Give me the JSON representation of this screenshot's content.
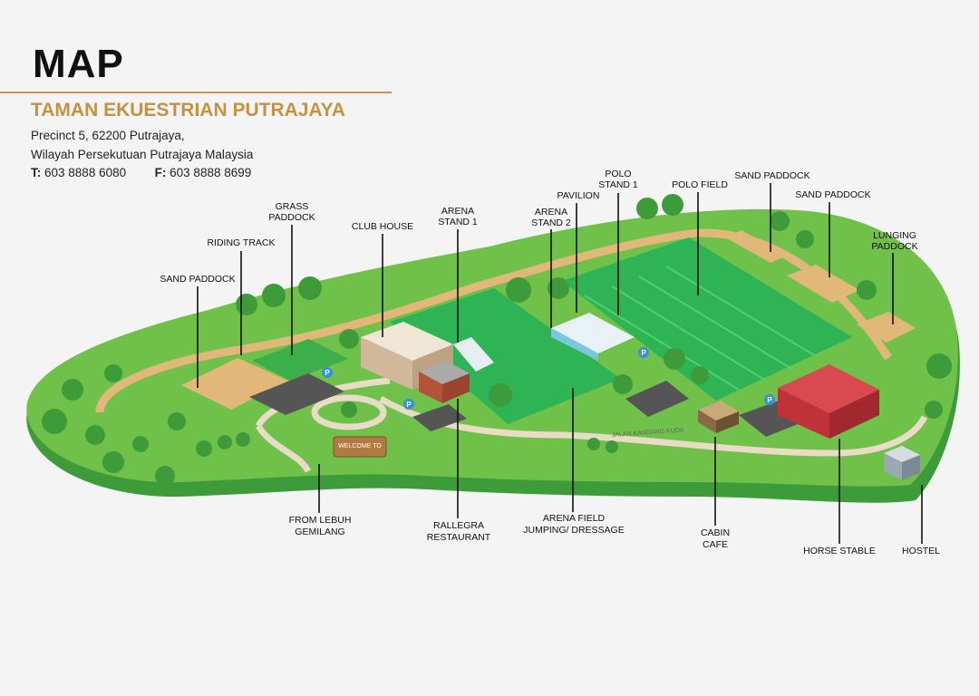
{
  "header": {
    "title": "MAP",
    "org_name": "TAMAN EKUESTRIAN PUTRAJAYA",
    "address_line1": "Precinct 5, 62200 Putrajaya,",
    "address_line2": "Wilayah Persekutuan Putrajaya Malaysia",
    "tel_label": "T:",
    "tel": "603 8888 6080",
    "fax_label": "F:",
    "fax": "603 8888 8699"
  },
  "labels": {
    "sand_paddock_left": "SAND PADDOCK",
    "riding_track": "RIDING TRACK",
    "grass_paddock_1": "GRASS",
    "grass_paddock_2": "PADDOCK",
    "club_house": "CLUB HOUSE",
    "arena_stand1_1": "ARENA",
    "arena_stand1_2": "STAND 1",
    "arena_stand2_1": "ARENA",
    "arena_stand2_2": "STAND 2",
    "pavilion": "PAVILION",
    "polo_stand1_1": "POLO",
    "polo_stand1_2": "STAND 1",
    "polo_field": "POLO FIELD",
    "sand_paddock_top": "SAND PADDOCK",
    "sand_paddock_right": "SAND PADDOCK",
    "lunging_paddock_1": "LUNGING",
    "lunging_paddock_2": "PADDOCK",
    "from_lebuh_1": "FROM LEBUH",
    "from_lebuh_2": "GEMILANG",
    "rallegra_1": "RALLEGRA",
    "rallegra_2": "RESTAURANT",
    "arena_field_1": "ARENA FIELD",
    "arena_field_2": "JUMPING/ DRESSAGE",
    "cabin_cafe_1": "CABIN",
    "cabin_cafe_2": "CAFE",
    "horse_stable": "HORSE STABLE",
    "hostel": "HOSTEL",
    "road_name": "JALAN KANDANG KUDA",
    "welcome_sign": "WELCOME TO",
    "parking": "P"
  },
  "colors": {
    "accent_gold": "#c49240",
    "island_green": "#6fc14a",
    "dark_green": "#3e9b3a",
    "turf_green": "#2fb455",
    "sand": "#e2b77a",
    "path": "#e8dcc6",
    "stable_red": "#c0323a"
  }
}
